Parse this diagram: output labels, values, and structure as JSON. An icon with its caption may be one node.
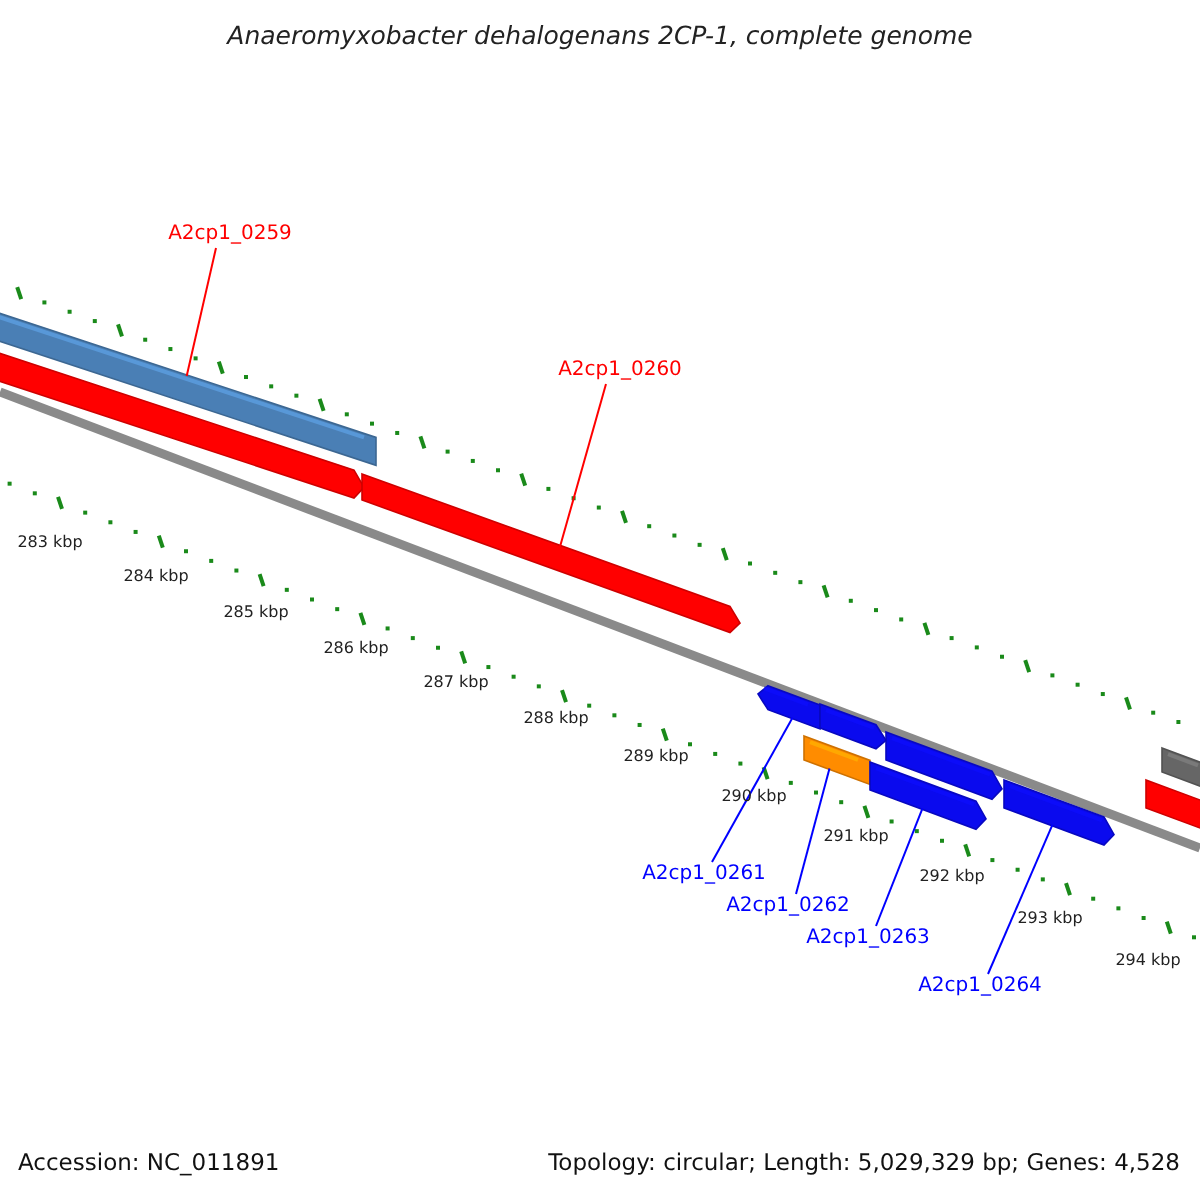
{
  "diagram": {
    "title": "Anaeromyxobacter dehalogenans 2CP-1, complete genome",
    "nodes": [
      {
        "text": [
          "A2cp1_0259"
        ]
      },
      {
        "text": [
          "A2cp1_0260"
        ]
      },
      {
        "text": [
          "A2cp1_0261"
        ]
      },
      {
        "text": [
          "A2cp1_0262"
        ]
      },
      {
        "text": [
          "A2cp1_0263"
        ]
      },
      {
        "text": [
          "A2cp1_0264"
        ]
      },
      {
        "text": [],
        "shape": "bar"
      },
      {
        "text": [],
        "shape": "bar"
      },
      {
        "text": [],
        "shape": "bar"
      },
      {
        "text": [],
        "shape": "bar"
      },
      {
        "text": [],
        "shape": "bar"
      },
      {
        "text": [],
        "shape": "bar"
      },
      {
        "text": [],
        "shape": "bar"
      },
      {
        "text": [],
        "shape": "bar"
      },
      {
        "text": [],
        "shape": "bar"
      },
      {
        "text": [],
        "shape": "bar"
      },
      {
        "text": [],
        "shape": "bar"
      }
    ],
    "edges": [
      {
        "from": 0,
        "to": 6,
        "arrow": "none",
        "color": "#ff0000"
      },
      {
        "from": 1,
        "to": 8,
        "arrow": "none",
        "color": "#ff0000"
      },
      {
        "from": 2,
        "to": 9,
        "arrow": "none"
      },
      {
        "from": 3,
        "to": 10,
        "arrow": "none"
      },
      {
        "from": 4,
        "to": 12,
        "arrow": "none"
      },
      {
        "from": 5,
        "to": 14,
        "arrow": "none"
      }
    ],
    "labels": [
      "283 kbp",
      "284 kbp",
      "285 kbp",
      "286 kbp",
      "287 kbp",
      "288 kbp",
      "289 kbp",
      "290 kbp",
      "291 kbp",
      "292 kbp",
      "293 kbp",
      "294 kbp",
      "Accession: NC_011891",
      "Topology: circular; Length: 5,029,329 bp; Genes: 4,528"
    ]
  }
}
